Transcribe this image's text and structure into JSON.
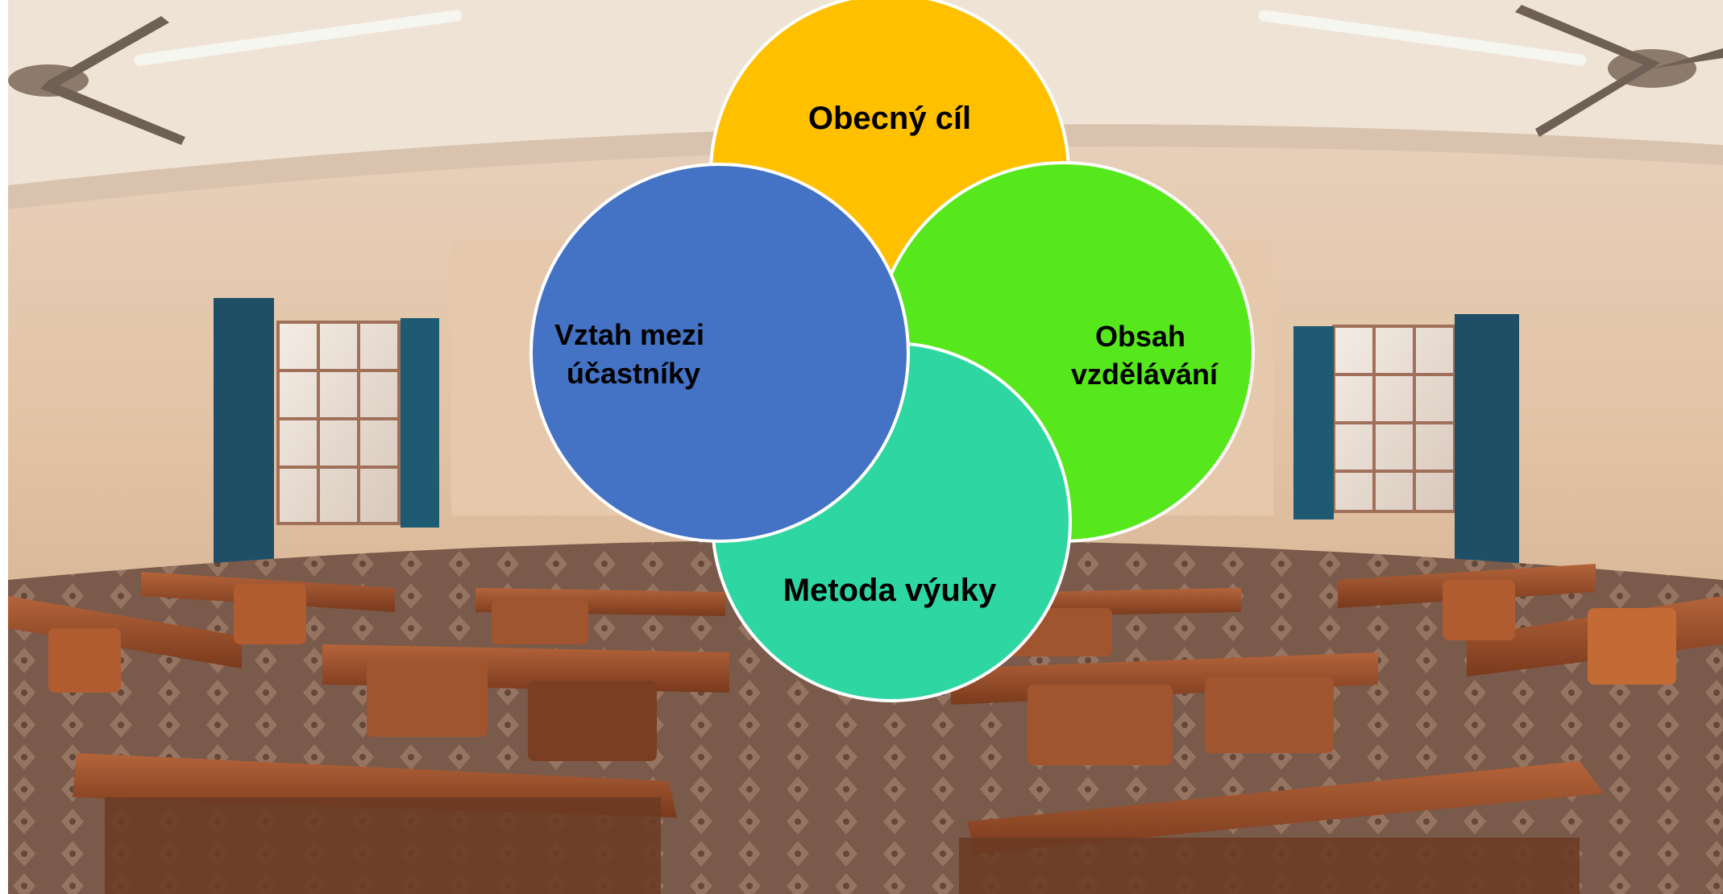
{
  "diagram": {
    "colors": {
      "goal": "#FFC000",
      "content": "#56E81C",
      "method": "#2ED6A2",
      "relationship": "#4472C4",
      "outline": "#FFFFFF"
    },
    "circles": {
      "goal": {
        "label_lines": [
          "Obecný cíl"
        ]
      },
      "content": {
        "label_lines": [
          "Obsah",
          "vzdělávání"
        ]
      },
      "method": {
        "label_lines": [
          "Metoda výuky"
        ]
      },
      "relationship": {
        "label_lines": [
          "Vztah mezi",
          "účastníky"
        ]
      }
    }
  },
  "background": {
    "description_icon": "classroom-photo"
  }
}
